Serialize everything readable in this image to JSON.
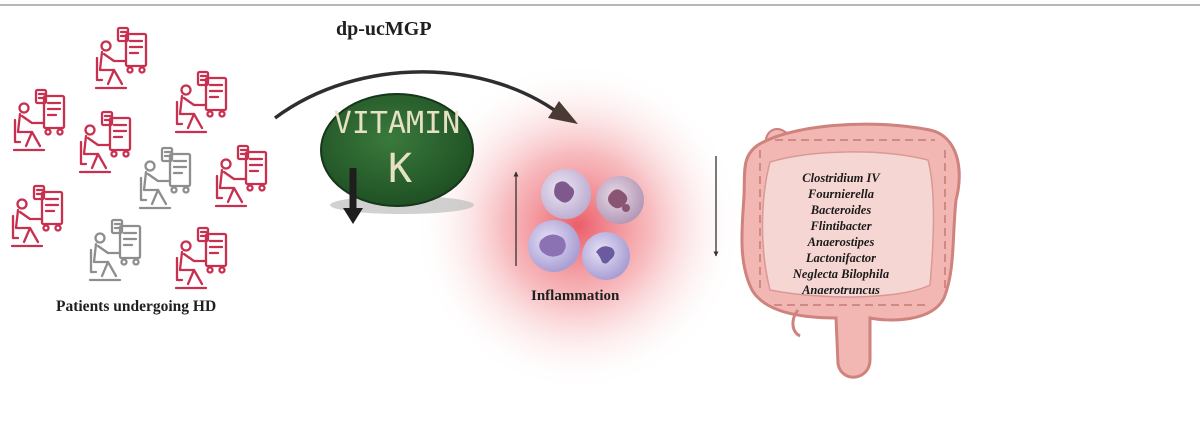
{
  "arrow_label": "dp-ucMGP",
  "vitamin_k": {
    "line1": "VITAMIN",
    "line2": "K"
  },
  "patients": {
    "label": "Patients undergoing HD",
    "icon": "patient-dialysis-icon",
    "colors": {
      "highlight": "#c8304f",
      "neutral": "#8e8e8e"
    }
  },
  "inflammation": {
    "label": "Inflammation",
    "trend": "up",
    "icon": "immune-cells-icon"
  },
  "gut": {
    "trend": "down",
    "icon": "colon-icon",
    "bacteria": [
      "Clostridium IV",
      "Fournierella",
      "Bacteroides",
      "Flintibacter",
      "Anaerostipes",
      "Lactonifactor",
      "Neglecta Bilophila",
      "Anaerotruncus"
    ]
  }
}
